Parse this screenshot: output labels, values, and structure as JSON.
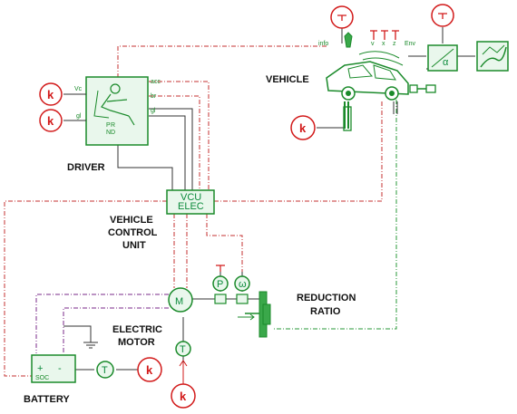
{
  "labels": {
    "vehicle": "VEHICLE",
    "driver": "DRIVER",
    "vcu_line1": "VEHICLE",
    "vcu_line2": "CONTROL",
    "vcu_line3": "UNIT",
    "motor_line1": "ELECTRIC",
    "motor_line2": "MOTOR",
    "reduction_line1": "REDUCTION",
    "reduction_line2": "RATIO",
    "battery": "BATTERY"
  },
  "blocks": {
    "vcu_line1": "VCU",
    "vcu_line2": "ELEC",
    "motor": "M",
    "power_sensor": "P",
    "speed_sensor": "ω",
    "battery_plus": "+",
    "battery_minus": "-",
    "battery_soc": "SOC",
    "thermal_battery": "T",
    "thermal_motor": "T",
    "gain_a": "α"
  },
  "ports": {
    "driver_vc": "Vc",
    "driver_gl": "gl",
    "driver_acc": "acc",
    "driver_br": "br",
    "driver_gl_out": "gl",
    "gear_p": "P",
    "gear_r": "R",
    "gear_n": "N",
    "gear_d": "D",
    "vehicle_info": "info",
    "vehicle_env": "Env",
    "wind_v": "v",
    "wind_x": "x",
    "wind_z": "z"
  },
  "constants": {
    "k_vc": "k",
    "k_gl": "k",
    "k_vehicle": "k",
    "k_battery": "k",
    "k_motor": "k"
  },
  "colors": {
    "component_green": "#1a8a2a",
    "constant_red": "#d21a1a",
    "signal_wire": "#c43030",
    "electric_wire": "#7a2a8a"
  }
}
